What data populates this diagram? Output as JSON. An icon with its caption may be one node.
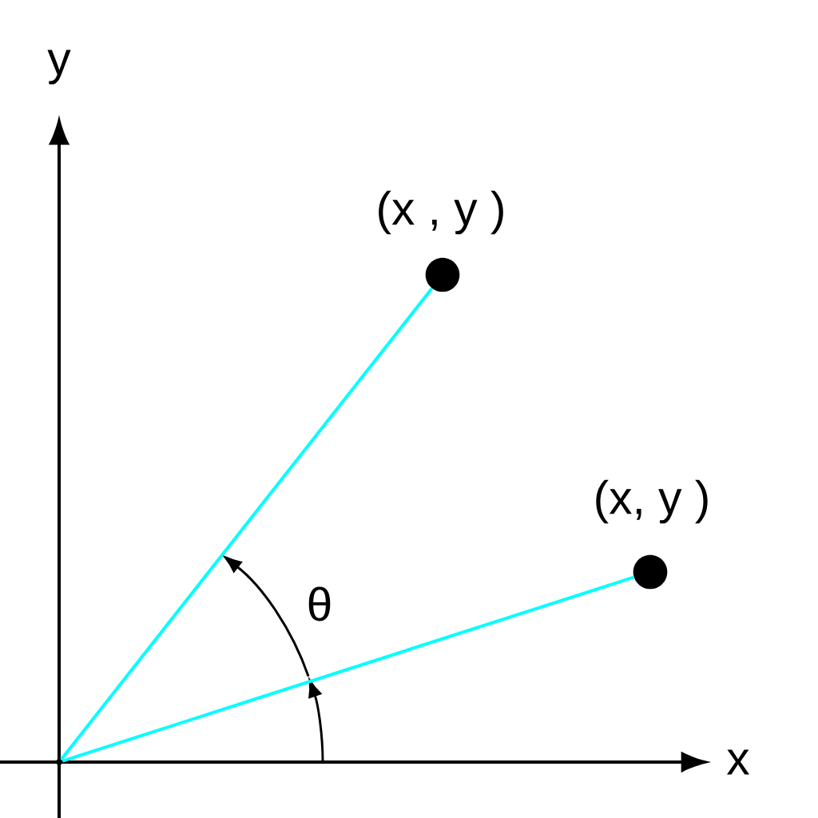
{
  "diagram": {
    "nodes": [
      {
        "text": [],
        "shape": "point"
      },
      {
        "text": [],
        "shape": "circle",
        "beside": [
          "(x , y )"
        ]
      },
      {
        "text": [],
        "shape": "circle",
        "beside": [
          "(x, y )"
        ]
      }
    ],
    "edges": [
      {
        "from": 0,
        "to": 1,
        "arrow": "none",
        "color": "#00ffff"
      },
      {
        "from": 0,
        "to": 2,
        "arrow": "none",
        "color": "#00ffff"
      }
    ],
    "labels": [
      "y",
      "x",
      "θ"
    ]
  }
}
